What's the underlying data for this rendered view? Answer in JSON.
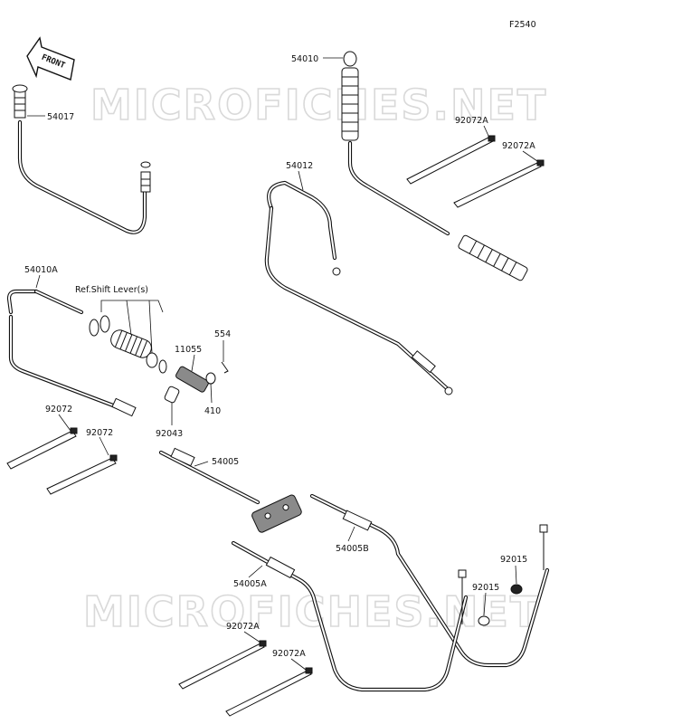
{
  "figure_code": "F2540",
  "direction_label": "FRONT",
  "watermark": "MICROFICHES.NET",
  "reference_note": "Ref.Shift Lever(s)",
  "parts": {
    "p54010": "54010",
    "p54017": "54017",
    "p92072A_1": "92072A",
    "p92072A_2": "92072A",
    "p54012": "54012",
    "p54010A": "54010A",
    "p11055": "11055",
    "p554": "554",
    "p410": "410",
    "p92043": "92043",
    "p92072_1": "92072",
    "p92072_2": "92072",
    "p54005": "54005",
    "p54005B": "54005B",
    "p54005A": "54005A",
    "p92015_1": "92015",
    "p92015_2": "92015",
    "p92072A_3": "92072A",
    "p92072A_4": "92072A"
  }
}
